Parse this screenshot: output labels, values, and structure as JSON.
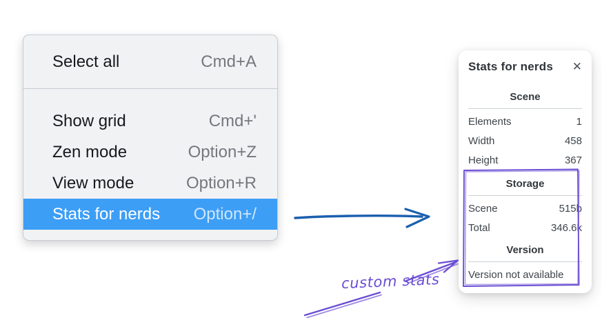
{
  "context_menu": {
    "items": [
      {
        "label": "Select all",
        "shortcut": "Cmd+A"
      },
      {
        "label": "Show grid",
        "shortcut": "Cmd+'"
      },
      {
        "label": "Zen mode",
        "shortcut": "Option+Z"
      },
      {
        "label": "View mode",
        "shortcut": "Option+R"
      },
      {
        "label": "Stats for nerds",
        "shortcut": "Option+/",
        "selected": true
      }
    ]
  },
  "stats_panel": {
    "title": "Stats for nerds",
    "close_icon": "✕",
    "sections": [
      {
        "header": "Scene",
        "rows": [
          {
            "label": "Elements",
            "value": "1"
          },
          {
            "label": "Width",
            "value": "458"
          },
          {
            "label": "Height",
            "value": "367"
          }
        ]
      },
      {
        "header": "Storage",
        "rows": [
          {
            "label": "Scene",
            "value": "515b"
          },
          {
            "label": "Total",
            "value": "346.6k"
          }
        ]
      },
      {
        "header": "Version",
        "note": "Version not available"
      }
    ]
  },
  "annotation": {
    "label": "custom stats"
  },
  "colors": {
    "menu_highlight": "#3d9ef5",
    "arrow_blue": "#1a5fae",
    "annotation_purple": "#6a4dd3"
  }
}
